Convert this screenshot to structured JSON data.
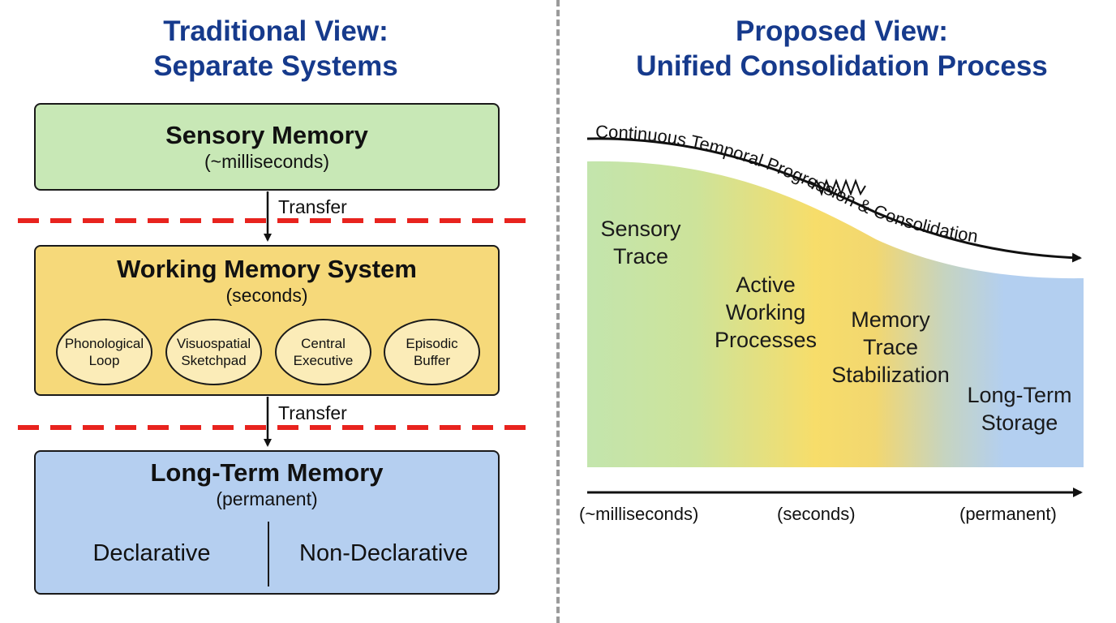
{
  "left": {
    "title_line1": "Traditional View:",
    "title_line2": "Separate Systems",
    "sensory": {
      "title": "Sensory Memory",
      "subtitle": "(~milliseconds)"
    },
    "transfer_1": "Transfer",
    "working": {
      "title": "Working Memory System",
      "subtitle": "(seconds)",
      "components": [
        {
          "line1": "Phonological",
          "line2": "Loop"
        },
        {
          "line1": "Visuospatial",
          "line2": "Sketchpad"
        },
        {
          "line1": "Central",
          "line2": "Executive"
        },
        {
          "line1": "Episodic",
          "line2": "Buffer"
        }
      ]
    },
    "transfer_2": "Transfer",
    "long_term": {
      "title": "Long-Term Memory",
      "subtitle": "(permanent)",
      "types": [
        "Declarative",
        "Non-Declarative"
      ]
    },
    "colors": {
      "sensory_fill": "#c8e8b6",
      "working_fill": "#f6d97a",
      "long_term_fill": "#b5cff0",
      "boundary_dash": "#e8231e",
      "title_color": "#163a8c"
    }
  },
  "right": {
    "title_line1": "Proposed View:",
    "title_line2": "Unified Consolidation Process",
    "curve_label": "Continuous Temporal Progression & Consolidation",
    "stages": [
      {
        "line1": "Sensory",
        "line2": "Trace"
      },
      {
        "line1": "Active",
        "line2": "Working",
        "line3": "Processes"
      },
      {
        "line1": "Memory",
        "line2": "Trace",
        "line3": "Stabilization"
      },
      {
        "line1": "Long-Term",
        "line2": "Storage"
      }
    ],
    "timeline_labels": [
      "(~milliseconds)",
      "(seconds)",
      "(permanent)"
    ],
    "gradient_colors": [
      "#c3e5ad",
      "#f7dd6a",
      "#b3cff0"
    ]
  }
}
